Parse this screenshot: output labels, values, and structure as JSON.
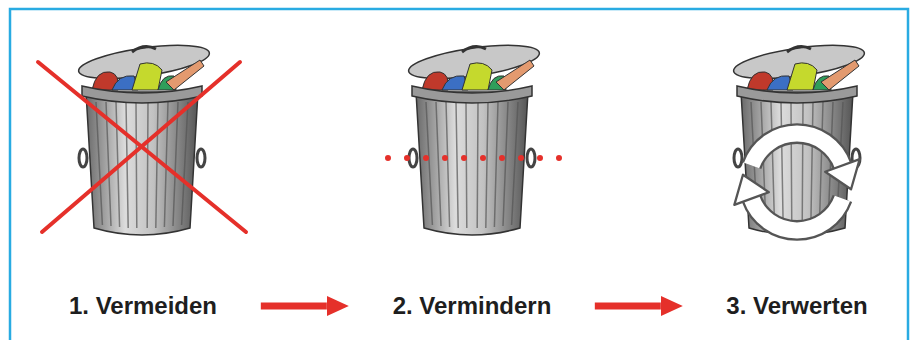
{
  "diagram": {
    "nodes": [
      {
        "text": [
          "1. Vermeiden"
        ]
      },
      {
        "text": [
          "2. Vermindern"
        ]
      },
      {
        "text": [
          "3. Verwerten"
        ]
      }
    ],
    "edges": [
      {
        "from": 0,
        "to": 1,
        "arrow": "to"
      },
      {
        "from": 1,
        "to": 2,
        "arrow": "to"
      }
    ]
  }
}
